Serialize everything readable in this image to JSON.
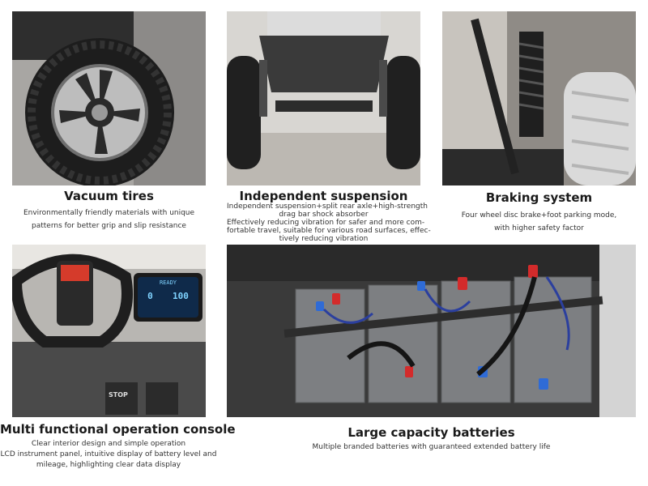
{
  "panels": [
    {
      "title": "Vacuum tires",
      "lines": [
        "Environmentally friendly materials with unique",
        "patterns for better grip and slip resistance"
      ]
    },
    {
      "title": "Independent suspension",
      "lines": [
        "Independent suspension+split rear axle+high-strength",
        "drag bar shock absorber",
        "Effectively reducing vibration for safer and more com-",
        "fortable travel, suitable for various road surfaces, effec-",
        "tively reducing vibration"
      ]
    },
    {
      "title": "Braking system",
      "lines": [
        "Four wheel disc brake+foot parking mode,",
        "with higher safety factor"
      ]
    },
    {
      "title": "Multi functional operation console",
      "lines": [
        "Clear interior design and simple operation",
        "LCD instrument panel, intuitive display of battery level and",
        "mileage, highlighting clear data display"
      ]
    },
    {
      "title": "Large capacity batteries",
      "lines": [
        "Multiple branded batteries with guaranteed extended battery life"
      ]
    }
  ],
  "console_screen": {
    "label": "READY",
    "speed": "0",
    "battery_pct": "100"
  },
  "pedal_label": "STOP"
}
